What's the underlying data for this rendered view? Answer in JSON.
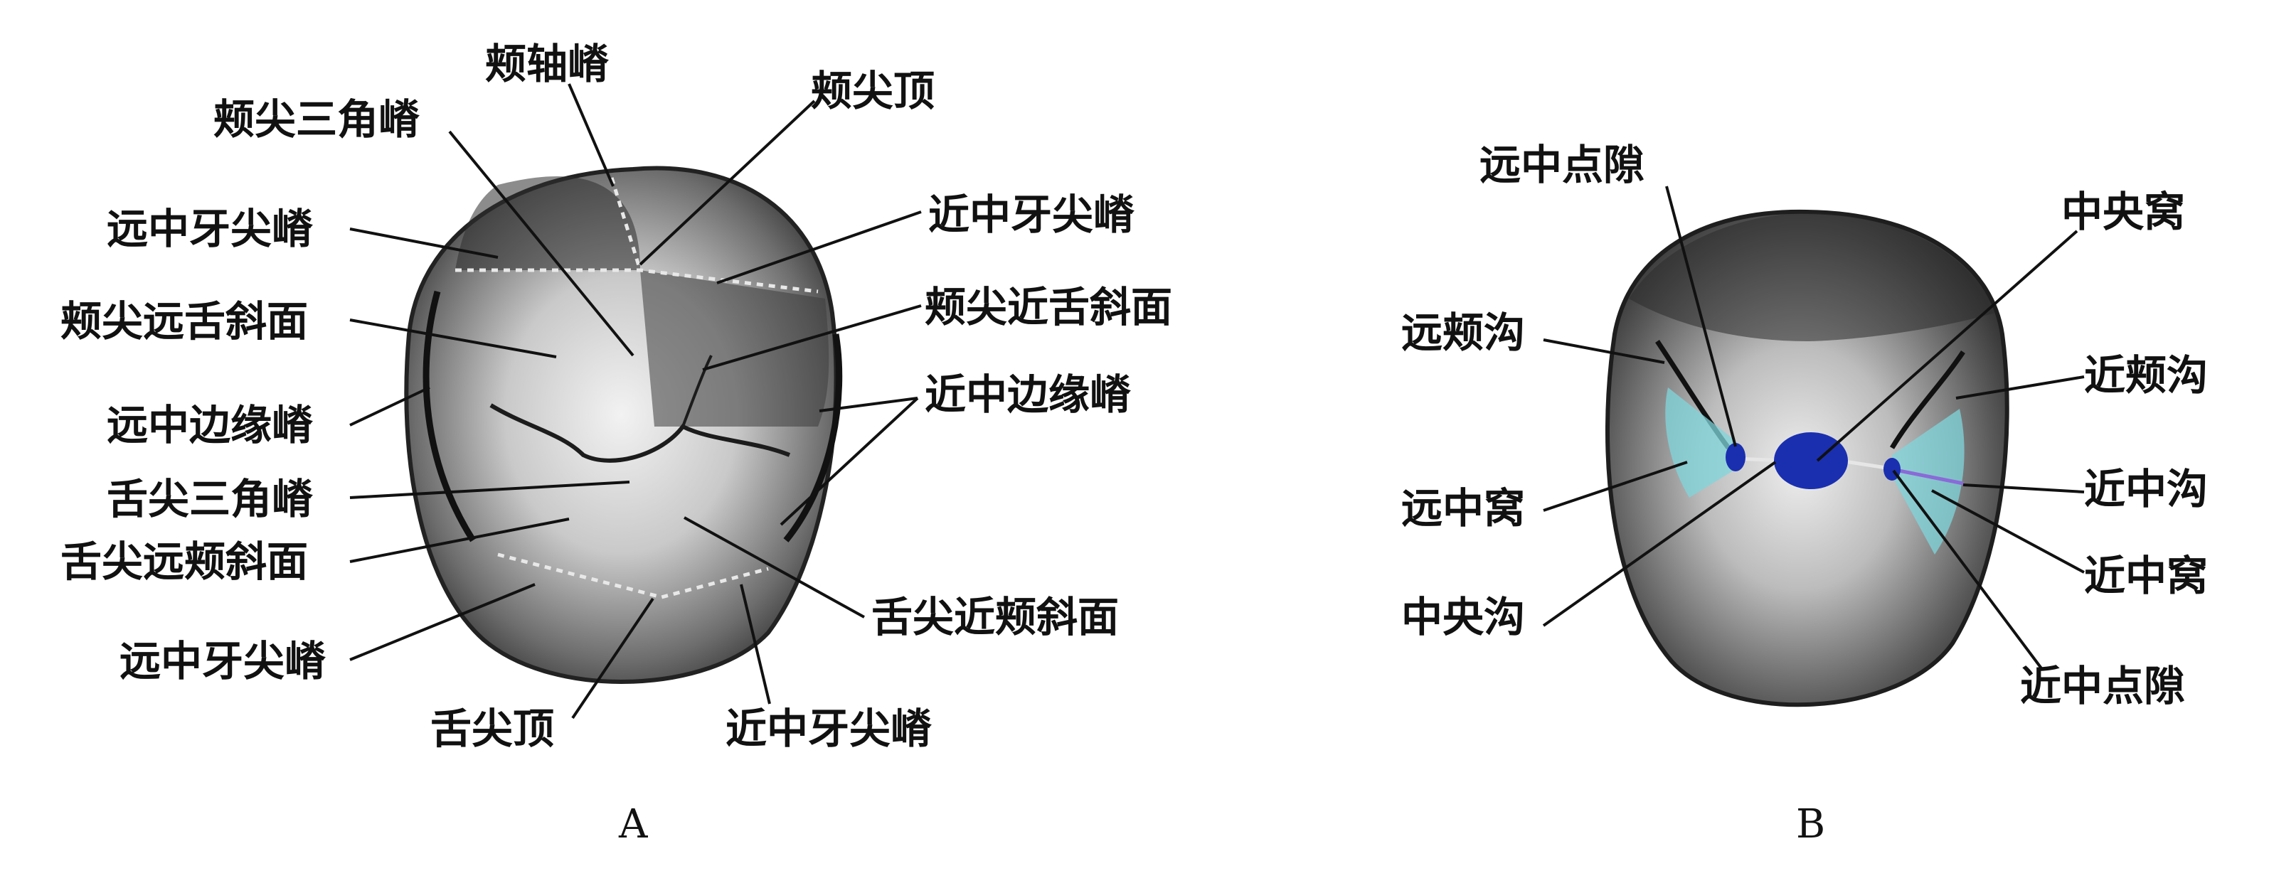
{
  "figure": {
    "panel_a": {
      "caption": "A",
      "labels": {
        "buccal_axial_ridge": "颊轴嵴",
        "buccal_cusp_triangular_ridge": "颊尖三角嵴",
        "buccal_cusp_tip": "颊尖顶",
        "distal_cusp_ridge_top": "远中牙尖嵴",
        "mesial_cusp_ridge_top": "近中牙尖嵴",
        "buccal_cusp_distolingual_slope": "颊尖远舌斜面",
        "buccal_cusp_mesiolingual_slope": "颊尖近舌斜面",
        "distal_marginal_ridge": "远中边缘嵴",
        "mesial_marginal_ridge": "近中边缘嵴",
        "lingual_cusp_triangular_ridge": "舌尖三角嵴",
        "lingual_cusp_distobuccal_slope": "舌尖远颊斜面",
        "lingual_cusp_mesiobuccal_slope": "舌尖近颊斜面",
        "distal_cusp_ridge_bottom": "远中牙尖嵴",
        "lingual_cusp_tip": "舌尖顶",
        "mesial_cusp_ridge_bottom": "近中牙尖嵴"
      }
    },
    "panel_b": {
      "caption": "B",
      "labels": {
        "distal_contact_area": "远中点隙",
        "central_fossa": "中央窝",
        "distobuccal_groove": "远颊沟",
        "mesiobuccal_groove": "近颊沟",
        "distal_fossa": "远中窝",
        "mesial_groove": "近中沟",
        "central_groove": "中央沟",
        "mesial_fossa": "近中窝",
        "mesial_contact_area": "近中点隙"
      }
    }
  },
  "colors": {
    "fossa_cyan": "#7fd6dc",
    "central_fossa_blue": "#1a2fb0",
    "mesial_groove_purple": "#8a6ad8",
    "tooth_dark": "#3a3a3a",
    "tooth_light": "#d8d8d8"
  }
}
